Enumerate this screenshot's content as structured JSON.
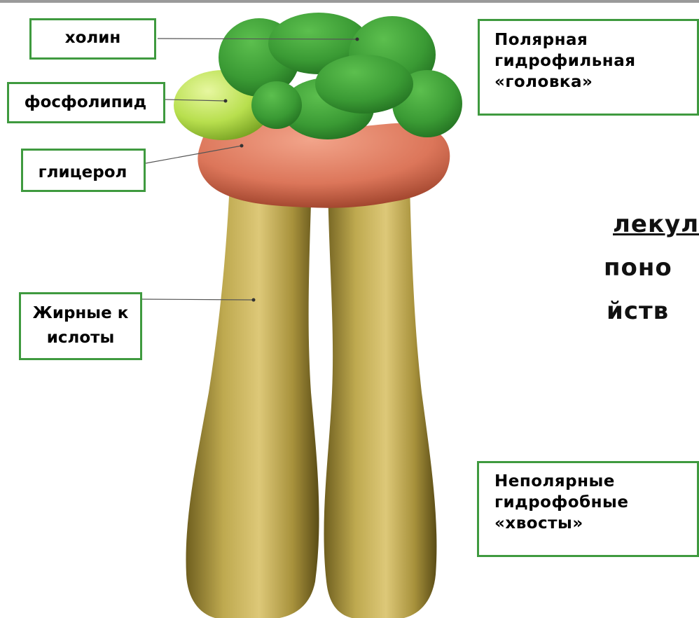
{
  "labels_left": {
    "choline": "холин",
    "phospholipid": "фосфолипид",
    "glycerol": "глицерол",
    "fatty_acids": "Жирные кислоты"
  },
  "labels_right": {
    "polar_head": "Полярная гидрофильная «головка»",
    "nonpolar_tails": "Неполярные гидрофобные «хвосты»"
  },
  "background_text": [
    "лекул",
    "поно",
    "йств"
  ],
  "colors": {
    "box_border": "#3f9a3f",
    "choline_green": "#3d9c3a",
    "phosphate_lightgreen": "#b6dc4c",
    "glycerol_salmon": "#df7a5e",
    "tail_olive": "#c8b25a"
  }
}
